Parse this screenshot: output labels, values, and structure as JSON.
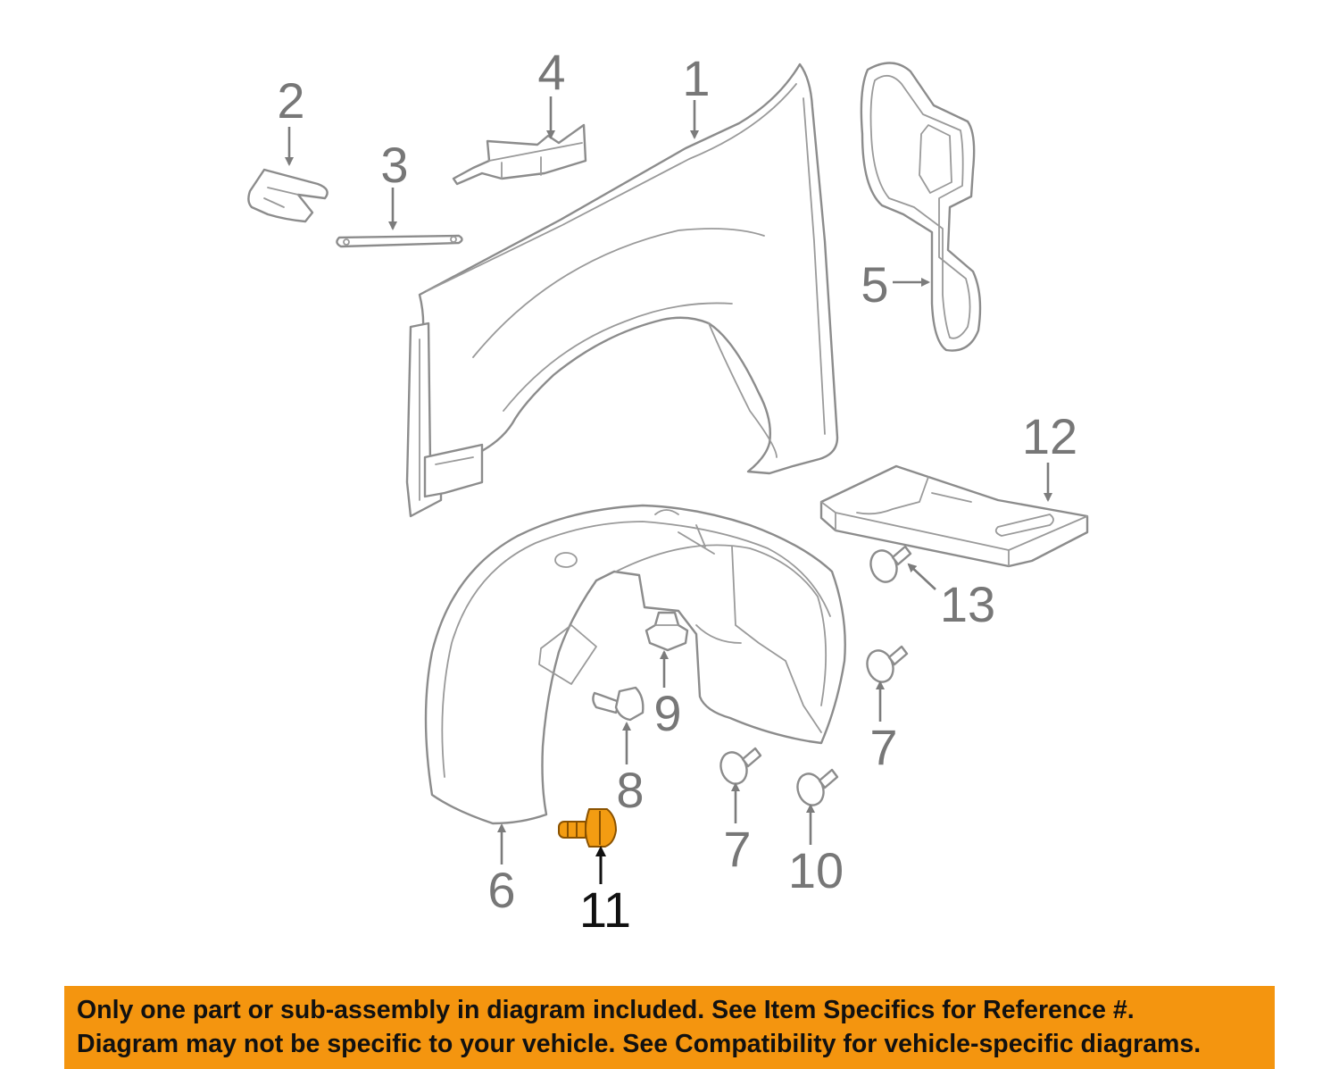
{
  "diagram": {
    "callouts": {
      "c1": "1",
      "c2": "2",
      "c3": "3",
      "c4": "4",
      "c5": "5",
      "c6": "6",
      "c7a": "7",
      "c7b": "7",
      "c8": "8",
      "c9": "9",
      "c10": "10",
      "c11": "11",
      "c12": "12",
      "c13": "13"
    },
    "highlighted_part": "11",
    "colors": {
      "highlight": "#f39c12",
      "line_art": "#8c8c8c",
      "banner": "#f4950f"
    }
  },
  "notice": {
    "line1": "Only one part or sub-assembly in diagram included. See Item Specifics for Reference #.",
    "line2": "Diagram may not be specific to your vehicle. See Compatibility for vehicle-specific diagrams."
  }
}
